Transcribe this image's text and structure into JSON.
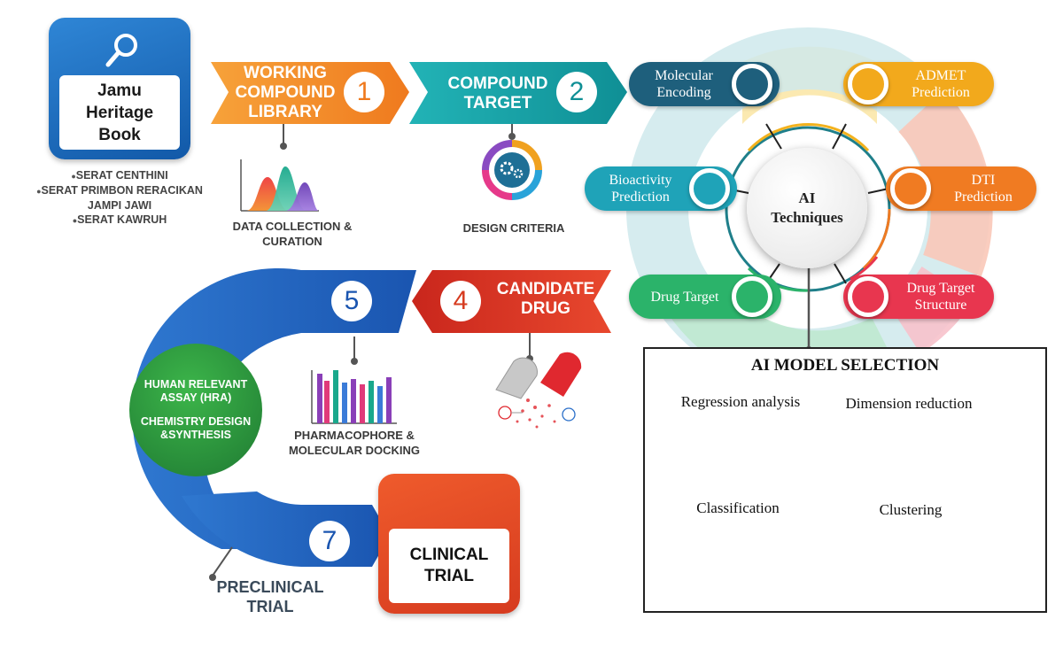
{
  "source": {
    "title": "Jamu\nHeritage\nBook",
    "items": [
      "SERAT CENTHINI",
      "SERAT PRIMBON RERACIKAN",
      "JAMPI JAWI",
      "SERAT KAWRUH"
    ]
  },
  "steps": [
    {
      "number": "1",
      "label": "WORKING\nCOMPOUND\nLIBRARY",
      "caption": "DATA COLLECTION &\nCURATION"
    },
    {
      "number": "2",
      "label": "COMPOUND\nTARGET",
      "caption": "DESIGN CRITERIA"
    },
    {
      "number": "4",
      "label": "CANDIDATE\nDRUG"
    },
    {
      "number": "5",
      "caption": "PHARMACOPHORE &\nMOLECULAR DOCKING"
    },
    {
      "number": "7",
      "caption": "PRECLINICAL\nTRIAL"
    }
  ],
  "assay": {
    "line1": "HUMAN RELEVANT\nASSAY (HRA)",
    "line2": "CHEMISTRY DESIGN\n&SYNTHESIS"
  },
  "clinical": {
    "title": "CLINICAL\nTRIAL"
  },
  "ai": {
    "hub": "AI\nTechniques",
    "nodes": [
      {
        "label": "Molecular\nEncoding",
        "color": "#1e5f7c"
      },
      {
        "label": "ADMET\nPrediction",
        "color": "#f2a91c"
      },
      {
        "label": "Bioactivity\nPrediction",
        "color": "#1fa3b8"
      },
      {
        "label": "DTI\nPrediction",
        "color": "#f07b22"
      },
      {
        "label": "Drug Target",
        "color": "#2bb36a"
      },
      {
        "label": "Drug Target\nStructure",
        "color": "#e8364f"
      }
    ]
  },
  "model_selection": {
    "title": "AI MODEL SELECTION",
    "methods": [
      "Regression analysis",
      "Dimension reduction",
      "Classification",
      "Clustering"
    ]
  }
}
